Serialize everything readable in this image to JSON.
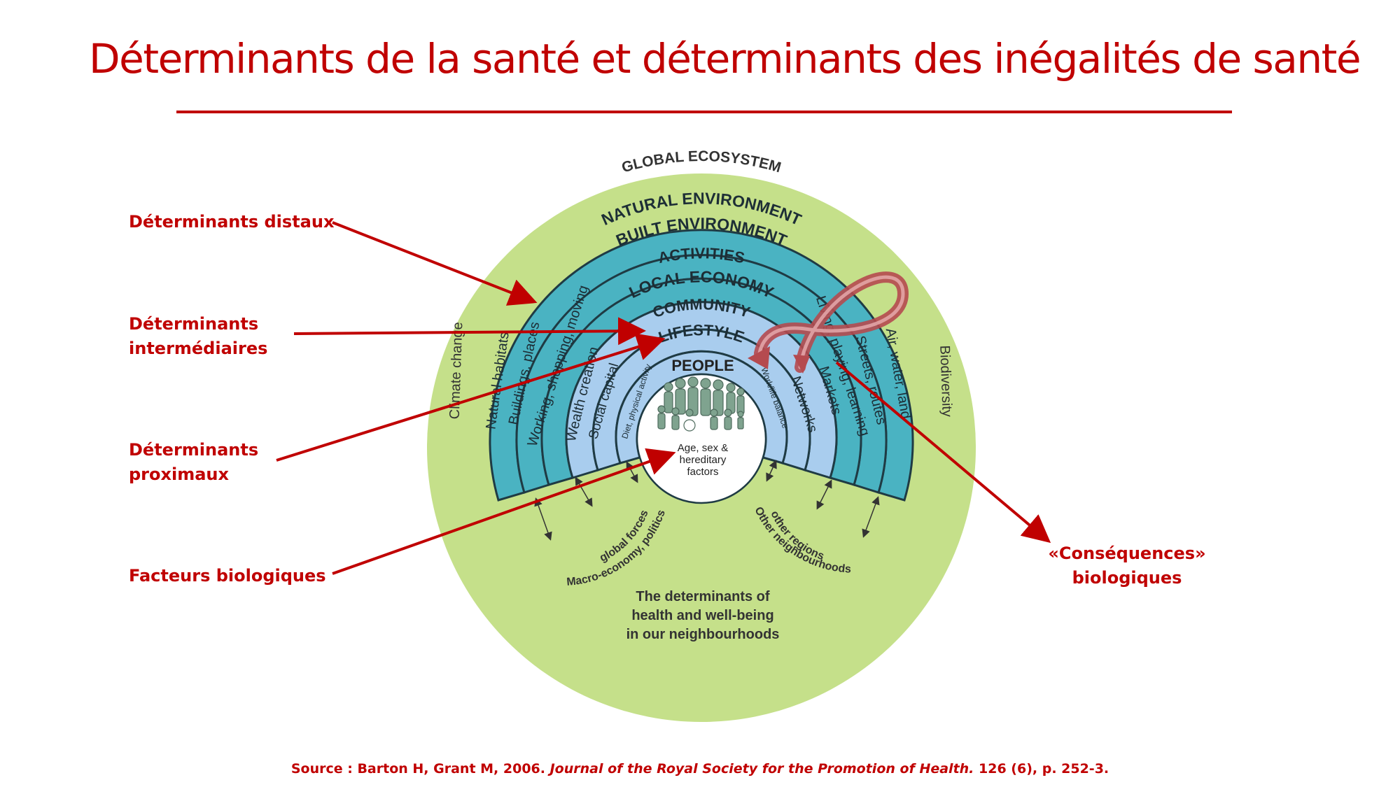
{
  "title": "Déterminants de la santé et déterminants des inégalités de santé",
  "labels": {
    "distaux": "Déterminants distaux",
    "intermediaires": "Déterminants intermédiaires",
    "proximaux": "Déterminants proximaux",
    "biologiques": "Facteurs biologiques",
    "consequences": "«Conséquences» biologiques"
  },
  "diagram": {
    "global_ecosystem": "GLOBAL ECOSYSTEM",
    "natural_environment": "NATURAL ENVIRONMENT",
    "built_environment": "BUILT ENVIRONMENT",
    "activities": "ACTIVITIES",
    "local_economy": "LOCAL ECONOMY",
    "community": "COMMUNITY",
    "lifestyle": "LIFESTYLE",
    "people": "PEOPLE",
    "climate_change": "Climate change",
    "biodiversity": "Biodiversity",
    "left_spokes": [
      "Natural habitats",
      "Buildings, places",
      "Working, shopping, moving",
      "Wealth creation",
      "Social capital",
      "Diet, physical activity"
    ],
    "right_spokes": [
      "Air, water, land",
      "Streets, routes",
      "Living, playing, learning",
      "Markets",
      "Networks",
      "Work/life balance"
    ],
    "age_sex_lines": [
      "Age, sex &",
      "hereditary",
      "factors"
    ],
    "macro_lines": [
      "Macro-economy, politics",
      "global forces"
    ],
    "other_lines": [
      "Other neighbourhoods",
      "other regions"
    ],
    "caption_lines": [
      "The determinants of",
      "health and well-being",
      "in our neighbourhoods"
    ]
  },
  "source": {
    "prefix": "Source : Barton H, Grant M, 2006. ",
    "journal": "Journal of the Royal Society for the Promotion of Health.",
    "suffix": " 126 (6), p. 252-3."
  },
  "colors": {
    "accent": "#c00000",
    "outer_green": "#c5e08a",
    "teal": "#4ab3c2",
    "light_blue": "#a9cdee",
    "ribbon": "#b54a4f"
  }
}
